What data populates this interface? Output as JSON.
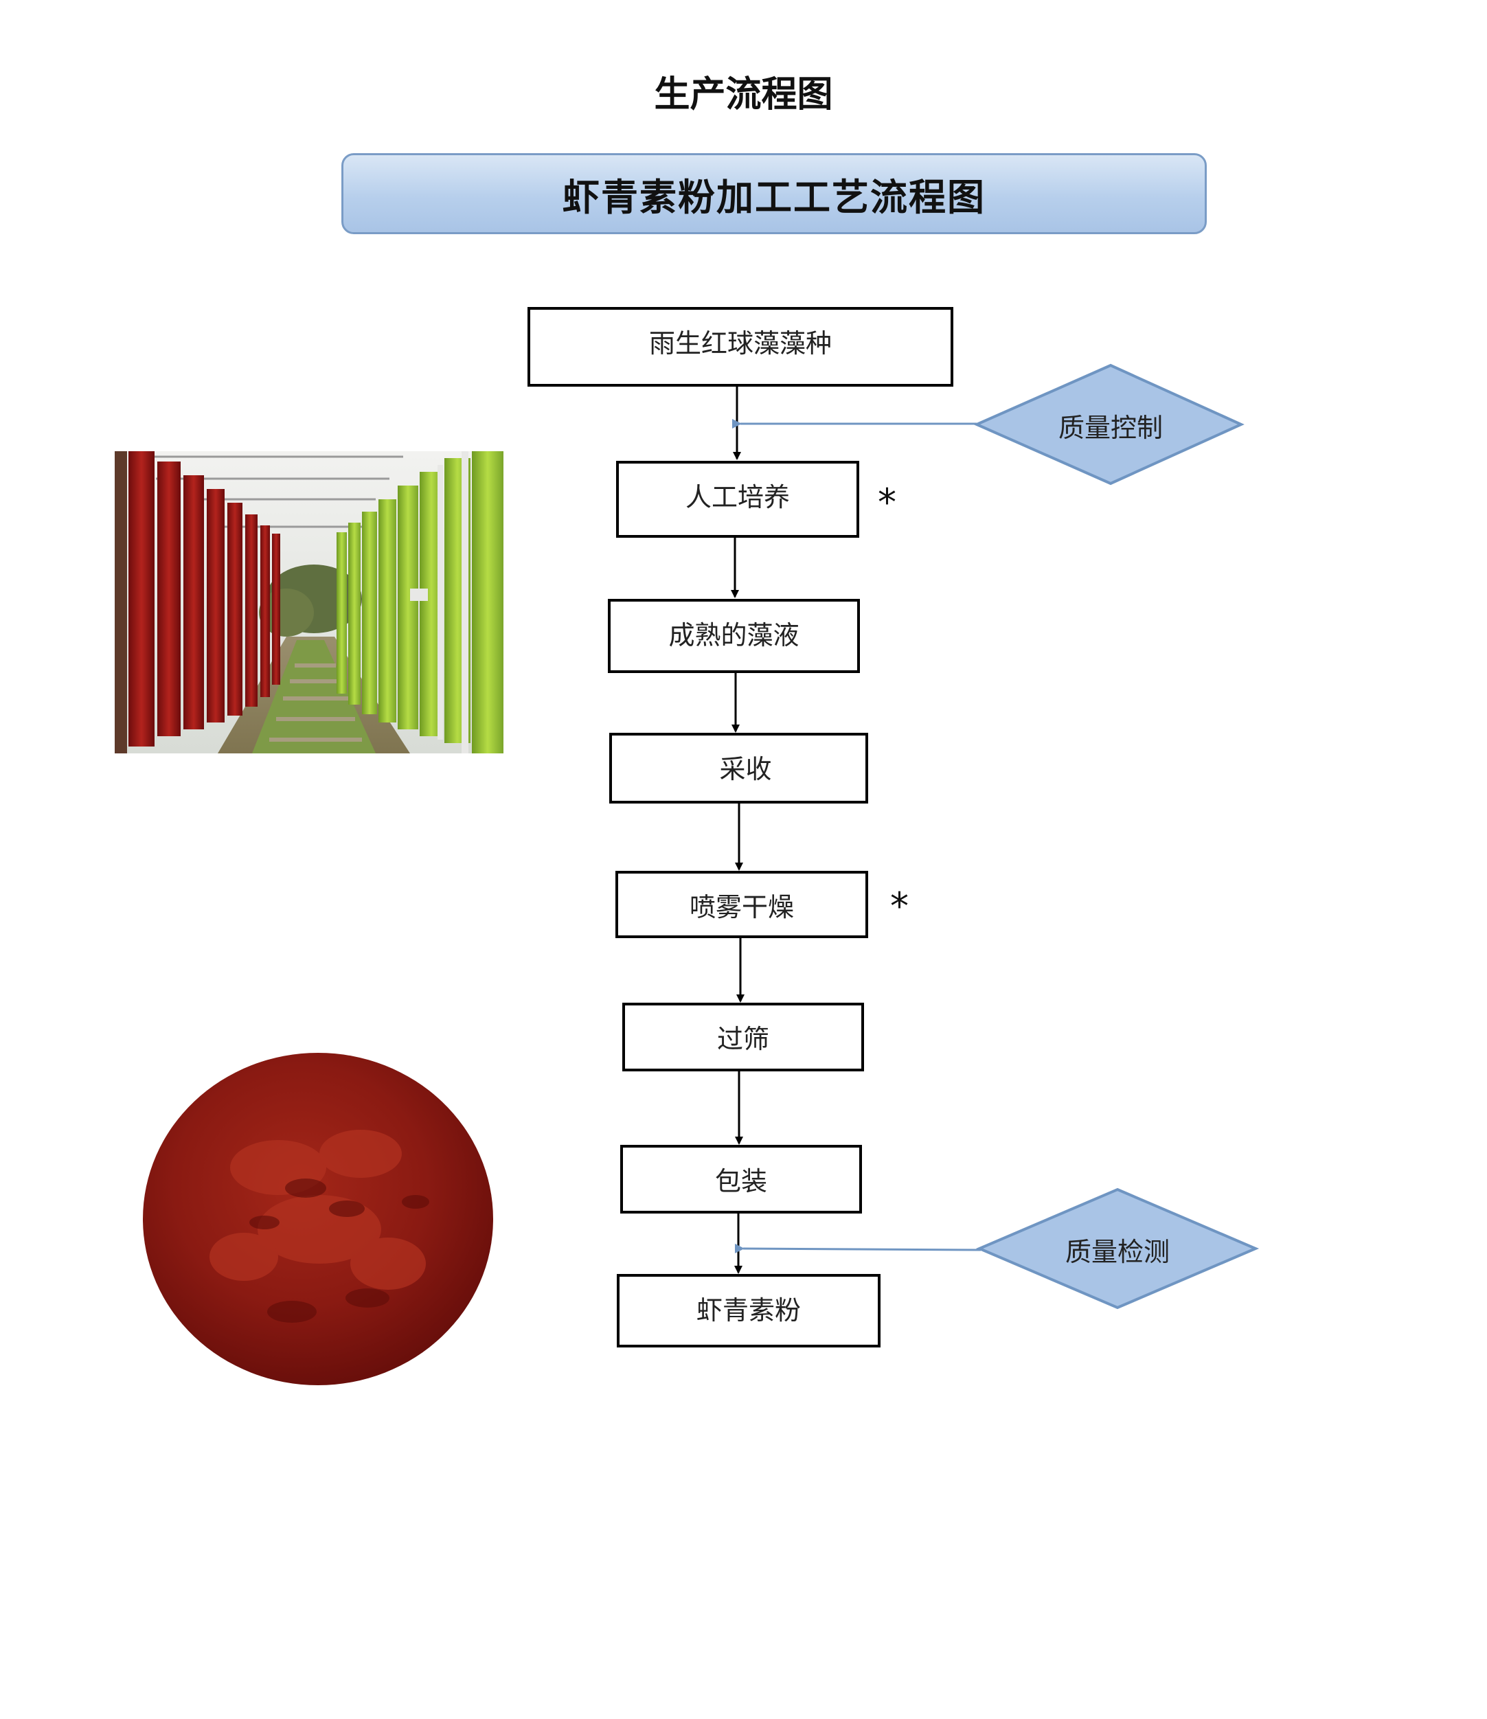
{
  "document": {
    "title": "生产流程图",
    "banner": "虾青素粉加工工艺流程图"
  },
  "steps": [
    {
      "id": "seed",
      "label": "雨生红球藻藻种"
    },
    {
      "id": "culture",
      "label": "人工培养"
    },
    {
      "id": "mature-liquid",
      "label": "成熟的藻液"
    },
    {
      "id": "harvest",
      "label": "采收"
    },
    {
      "id": "spray-dry",
      "label": "喷雾干燥"
    },
    {
      "id": "sieve",
      "label": "过筛"
    },
    {
      "id": "package",
      "label": "包装"
    },
    {
      "id": "product",
      "label": "虾青素粉"
    }
  ],
  "checks": [
    {
      "id": "quality-control",
      "label": "质量控制"
    },
    {
      "id": "quality-testing",
      "label": "质量检测"
    }
  ],
  "markers": {
    "key_step_symbol": "*"
  },
  "colors": {
    "banner_fill": "#b7cfec",
    "banner_border": "#7a9cc6",
    "diamond_fill": "#a9c4e6",
    "diamond_border": "#6f95c2",
    "side_arrow": "#6f95c2",
    "flow_arrow": "#000000"
  }
}
